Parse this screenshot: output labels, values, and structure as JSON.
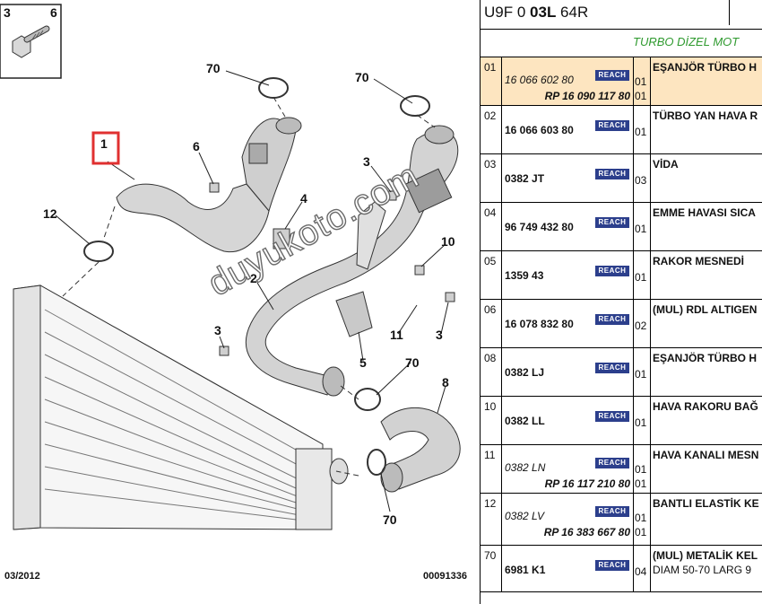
{
  "diagram": {
    "bolt_labels": [
      "3",
      "6"
    ],
    "callouts": [
      {
        "id": "c70a",
        "label": "70"
      },
      {
        "id": "c70b",
        "label": "70"
      },
      {
        "id": "c1",
        "label": "1"
      },
      {
        "id": "c6",
        "label": "6"
      },
      {
        "id": "c3a",
        "label": "3"
      },
      {
        "id": "c4",
        "label": "4"
      },
      {
        "id": "c12",
        "label": "12"
      },
      {
        "id": "c2",
        "label": "2"
      },
      {
        "id": "c10",
        "label": "10"
      },
      {
        "id": "c11",
        "label": "11"
      },
      {
        "id": "c3b",
        "label": "3"
      },
      {
        "id": "c3c",
        "label": "3"
      },
      {
        "id": "c5",
        "label": "5"
      },
      {
        "id": "c70c",
        "label": "70"
      },
      {
        "id": "c8",
        "label": "8"
      },
      {
        "id": "c70d",
        "label": "70"
      }
    ],
    "footer_left": "03/2012",
    "footer_right": "00091336",
    "watermark": "duyukoto.com",
    "highlight_color": "#e03030"
  },
  "parts": {
    "code_prefix": "U9F 0 ",
    "code_bold": "03L",
    "code_suffix": " 64R",
    "section_title": "TURBO DİZEL MOT",
    "reach_label": "REACH",
    "rows": [
      {
        "pos": "01",
        "ref": "16 066 602 80",
        "ref_style": "italic",
        "rp": "RP 16 090 117 80",
        "qty1": "01",
        "qty2": "01",
        "desc": "EŞANJÖR TÜRBO H",
        "desc2": "",
        "highlight": true
      },
      {
        "pos": "02",
        "ref": "16 066 603 80",
        "ref_style": "bold",
        "rp": "",
        "qty1": "01",
        "qty2": "",
        "desc": "TÜRBO YAN HAVA R",
        "desc2": "",
        "highlight": false
      },
      {
        "pos": "03",
        "ref": "0382 JT",
        "ref_style": "bold",
        "rp": "",
        "qty1": "03",
        "qty2": "",
        "desc": "VİDA",
        "desc2": "",
        "highlight": false
      },
      {
        "pos": "04",
        "ref": "96 749 432 80",
        "ref_style": "bold",
        "rp": "",
        "qty1": "01",
        "qty2": "",
        "desc": "EMME HAVASI SICA",
        "desc2": "",
        "highlight": false
      },
      {
        "pos": "05",
        "ref": "1359 43",
        "ref_style": "bold",
        "rp": "",
        "qty1": "01",
        "qty2": "",
        "desc": "RAKOR MESNEDİ",
        "desc2": "",
        "highlight": false
      },
      {
        "pos": "06",
        "ref": "16 078 832 80",
        "ref_style": "bold",
        "rp": "",
        "qty1": "02",
        "qty2": "",
        "desc": "(MUL) RDL ALTIGEN",
        "desc2": "",
        "highlight": false
      },
      {
        "pos": "08",
        "ref": "0382 LJ",
        "ref_style": "bold",
        "rp": "",
        "qty1": "01",
        "qty2": "",
        "desc": "EŞANJÖR TÜRBO H",
        "desc2": "",
        "highlight": false
      },
      {
        "pos": "10",
        "ref": "0382 LL",
        "ref_style": "bold",
        "rp": "",
        "qty1": "01",
        "qty2": "",
        "desc": "HAVA RAKORU BAĞ",
        "desc2": "",
        "highlight": false
      },
      {
        "pos": "11",
        "ref": "0382 LN",
        "ref_style": "italic",
        "rp": "RP 16 117 210 80",
        "qty1": "01",
        "qty2": "01",
        "desc": "HAVA KANALI MESN",
        "desc2": "",
        "highlight": false
      },
      {
        "pos": "12",
        "ref": "0382 LV",
        "ref_style": "italic",
        "rp": "RP 16 383 667 80",
        "qty1": "01",
        "qty2": "01",
        "desc": "BANTLI ELASTİK KE",
        "desc2": "",
        "highlight": false
      },
      {
        "pos": "70",
        "ref": "6981 K1",
        "ref_style": "bold",
        "rp": "",
        "qty1": "04",
        "qty2": "",
        "desc": "(MUL) METALİK KEL",
        "desc2": "DIAM 50-70 LARG 9",
        "highlight": false
      }
    ]
  }
}
